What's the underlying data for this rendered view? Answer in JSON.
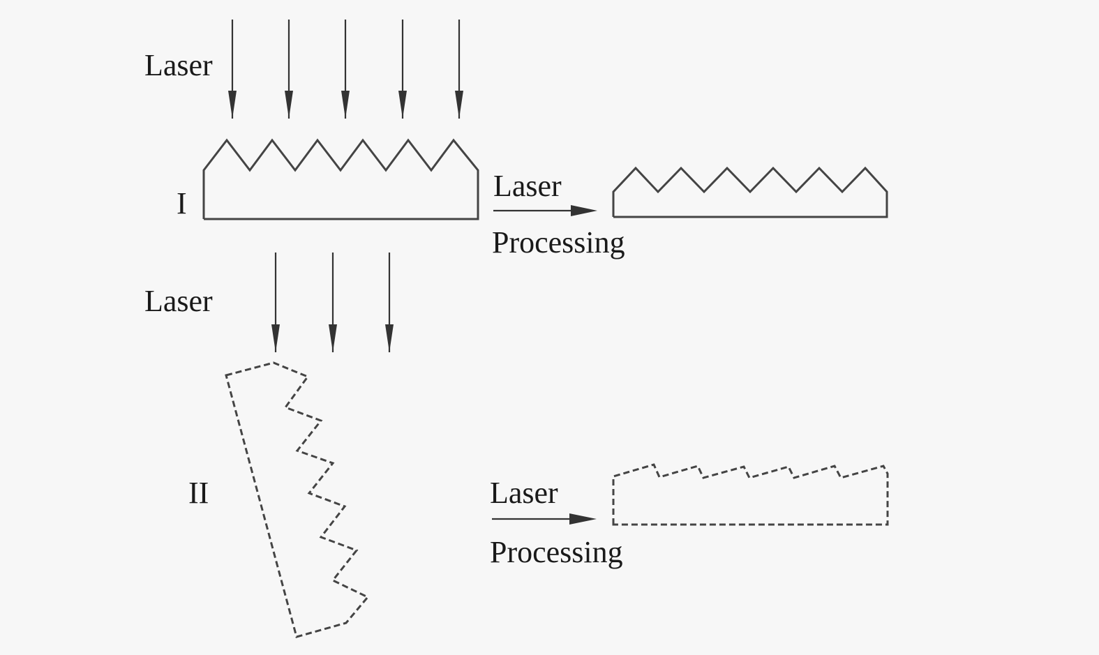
{
  "top": {
    "laser_label": "Laser",
    "roman_label": "I",
    "process_label_upper": "Laser",
    "process_label_lower": "Processing"
  },
  "bottom": {
    "laser_label": "Laser",
    "roman_label": "II",
    "process_label_upper": "Laser",
    "process_label_lower": "Processing"
  },
  "colors": {
    "line": "#333333",
    "background": "#f7f7f7"
  }
}
